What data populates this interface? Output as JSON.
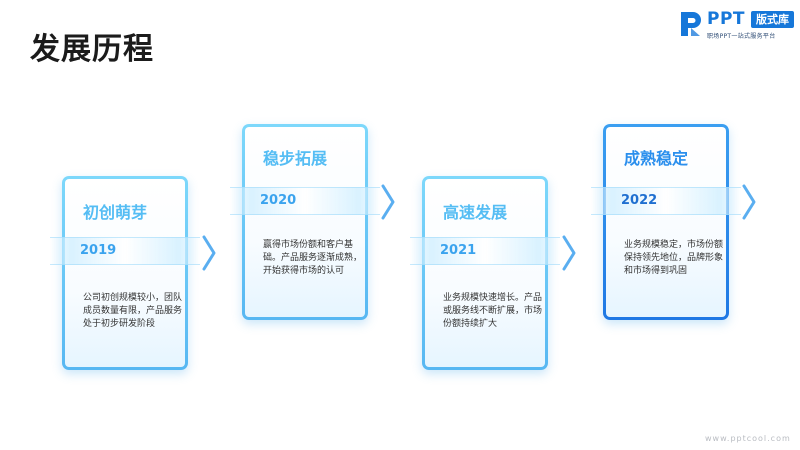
{
  "page": {
    "title": "发展历程",
    "watermark": "www.pptcool.com"
  },
  "logo": {
    "ppt": "PPT",
    "badge": "版式库",
    "slogan": "职场PPT一站式服务平台",
    "brand_color": "#1677d9"
  },
  "stages": [
    {
      "title": "初创萌芽",
      "year": "2019",
      "description": "公司初创规模较小，团队成员数量有限，产品服务处于初步研发阶段"
    },
    {
      "title": "稳步拓展",
      "year": "2020",
      "description": "赢得市场份额和客户基础。产品服务逐渐成熟，开始获得市场的认可"
    },
    {
      "title": "高速发展",
      "year": "2021",
      "description": "业务规模快速增长。产品或服务线不断扩展，市场份额持续扩大"
    },
    {
      "title": "成熟稳定",
      "year": "2022",
      "description": "业务规模稳定，市场份额保持领先地位，品牌形象和市场得到巩固"
    }
  ],
  "colors": {
    "light_border": "#5cbcf3",
    "dark_border": "#2a88ea",
    "chevron": "#5aaef0"
  }
}
